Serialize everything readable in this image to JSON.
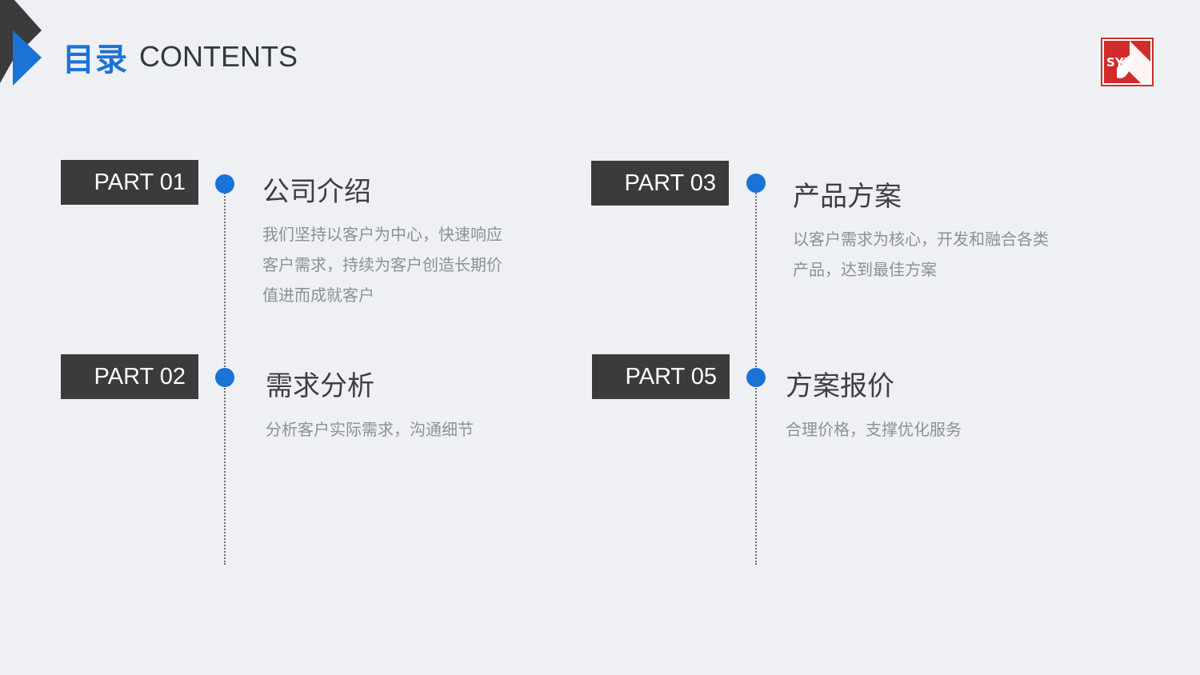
{
  "header": {
    "title_zh": "目录",
    "title_en": "CONTENTS"
  },
  "logo": {
    "text": "SYX",
    "color": "#d22b2b"
  },
  "colors": {
    "accent": "#1a73d6",
    "label_bg": "#3b3b3b",
    "background": "#eff0f4"
  },
  "sections": [
    {
      "label": "PART 01",
      "title": "公司介绍",
      "desc_lines": [
        "我们坚持以客户为中心，快速响应",
        "客户需求，持续为客户创造长期价",
        "值进而成就客户"
      ]
    },
    {
      "label": "PART 02",
      "title": "需求分析",
      "desc_lines": [
        "分析客户实际需求，沟通细节"
      ]
    },
    {
      "label": "PART 03",
      "title": "产品方案",
      "desc_lines": [
        "以客户需求为核心，开发和融合各类",
        "产品，达到最佳方案"
      ]
    },
    {
      "label": "PART 05",
      "title": "方案报价",
      "desc_lines": [
        "合理价格，支撑优化服务"
      ]
    }
  ]
}
